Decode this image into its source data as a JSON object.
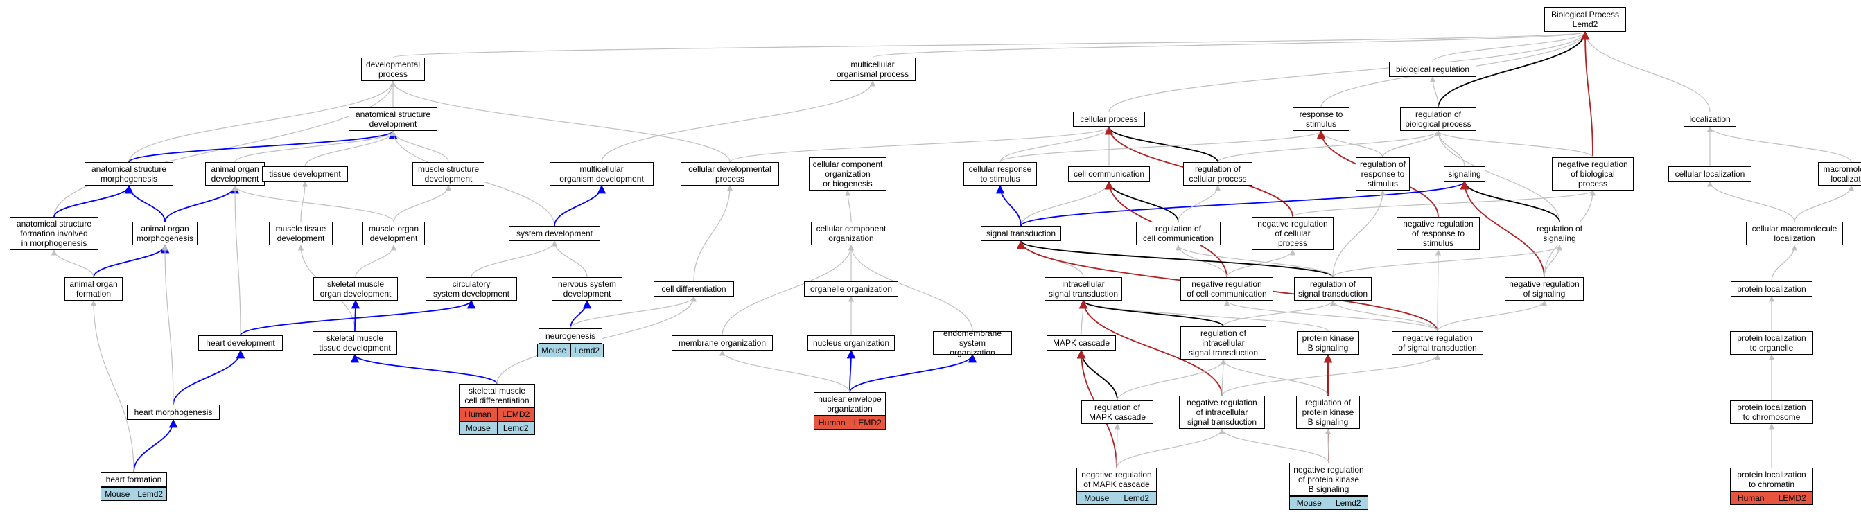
{
  "colors": {
    "is_a": "#c0c0c0",
    "part_of": "#0000ff",
    "regulates": "#000000",
    "negatively_regulates": "#b22222",
    "human_badge": "#e8553f",
    "mouse_badge": "#a9d4e4"
  },
  "nodes": {
    "bp": "Biological Process\nLemd2",
    "devproc": "developmental\nprocess",
    "multorg": "multicellular\norganismal process",
    "biolreg": "biological regulation",
    "anatdev": "anatomical structure\ndevelopment",
    "cellproc": "cellular process",
    "resp": "response to\nstimulus",
    "regbio": "regulation of\nbiological process",
    "local": "localization",
    "asmorph": "anatomical structure\nmorphogenesis",
    "aodev": "animal organ\ndevelopment",
    "tissdev": "tissue development",
    "musstr": "muscle structure\ndevelopment",
    "mcodev": "multicellular\norganism development",
    "celldevproc": "cellular developmental\nprocess",
    "ccob": "cellular component\norganization\nor biogenesis",
    "cellresp": "cellular response\nto stimulus",
    "cellcomm": "cell communication",
    "regcellproc": "regulation of\ncellular process",
    "regresp": "regulation of\nresponse to\nstimulus",
    "signaling": "signaling",
    "negregbio": "negative regulation\nof biological\nprocess",
    "cellloc": "cellular localization",
    "macloc": "macromolecule\nlocalization",
    "asfim": "anatomical structure\nformation involved\nin morphogenesis",
    "aomorph": "animal organ\nmorphogenesis",
    "mustiss": "muscle tissue\ndevelopment",
    "musorg": "muscle organ\ndevelopment",
    "sysdev": "system development",
    "ccorg": "cellular component\norganization",
    "sigtrans": "signal transduction",
    "regcellcomm": "regulation of\ncell communication",
    "negregcell": "negative regulation\nof cellular\nprocess",
    "negregresp": "negative regulation\nof response to\nstimulus",
    "regsig": "regulation of\nsignaling",
    "cmloc": "cellular macromolecule\nlocalization",
    "aoform": "animal organ\nformation",
    "skmorg": "skeletal muscle\norgan development",
    "circ": "circulatory\nsystem development",
    "nervous": "nervous system\ndevelopment",
    "celldiff": "cell differentiation",
    "orgorg": "organelle organization",
    "intrasig": "intracellular\nsignal transduction",
    "negregcellcomm": "negative regulation\nof cell communication",
    "regsigtrans": "regulation of\nsignal transduction",
    "negregsig": "negative regulation\nof signaling",
    "protloc": "protein localization",
    "neurogen": "neurogenesis",
    "heartdev": "heart development",
    "skmtiss": "skeletal muscle\ntissue development",
    "memorg": "membrane organization",
    "nucorg": "nucleus organization",
    "endomem": "endomembrane\nsystem organization",
    "mapk": "MAPK cascade",
    "regintra": "regulation of\nintracellular\nsignal transduction",
    "pkb": "protein kinase\nB signaling",
    "negregsigtrans": "negative regulation\nof signal transduction",
    "protlocorg": "protein localization\nto organelle",
    "skmcd": "skeletal muscle\ncell differentiation",
    "heartmorph": "heart morphogenesis",
    "regmapk": "regulation of\nMAPK cascade",
    "negregintra": "negative regulation\nof intracellular\nsignal transduction",
    "regpkb": "regulation of\nprotein kinase\nB signaling",
    "nucenv": "nuclear envelope\norganization",
    "protlocchr": "protein localization\nto chromosome",
    "heartform": "heart formation",
    "negregmapk": "negative regulation\nof MAPK cascade",
    "negregpkb": "negative regulation\nof protein kinase\nB signaling",
    "protloccrm": "protein localization\nto chromatin"
  },
  "badges": [
    {
      "node": "neurogen",
      "species": "Mouse",
      "gene": "Lemd2",
      "kind": "mouse"
    },
    {
      "node": "skmcd",
      "species": "Human",
      "gene": "LEMD2",
      "kind": "human"
    },
    {
      "node": "skmcd",
      "species": "Mouse",
      "gene": "Lemd2",
      "kind": "mouse"
    },
    {
      "node": "nucenv",
      "species": "Human",
      "gene": "LEMD2",
      "kind": "human"
    },
    {
      "node": "heartform",
      "species": "Mouse",
      "gene": "Lemd2",
      "kind": "mouse"
    },
    {
      "node": "negregmapk",
      "species": "Mouse",
      "gene": "Lemd2",
      "kind": "mouse"
    },
    {
      "node": "negregpkb",
      "species": "Mouse",
      "gene": "Lemd2",
      "kind": "mouse"
    },
    {
      "node": "protloccrm",
      "species": "Human",
      "gene": "LEMD2",
      "kind": "human"
    }
  ],
  "edges": [
    [
      "devproc",
      "bp",
      "is_a"
    ],
    [
      "multorg",
      "bp",
      "is_a"
    ],
    [
      "biolreg",
      "bp",
      "is_a"
    ],
    [
      "cellproc",
      "bp",
      "is_a"
    ],
    [
      "resp",
      "bp",
      "is_a"
    ],
    [
      "local",
      "bp",
      "is_a"
    ],
    [
      "regbio",
      "bp",
      "regulates"
    ],
    [
      "negregbio",
      "bp",
      "negatively_regulates"
    ],
    [
      "regbio",
      "biolreg",
      "is_a"
    ],
    [
      "anatdev",
      "devproc",
      "is_a"
    ],
    [
      "asmorph",
      "devproc",
      "is_a"
    ],
    [
      "asfim",
      "devproc",
      "is_a"
    ],
    [
      "celldevproc",
      "devproc",
      "is_a"
    ],
    [
      "mcodev",
      "multorg",
      "is_a"
    ],
    [
      "asmorph",
      "anatdev",
      "part_of"
    ],
    [
      "aodev",
      "anatdev",
      "is_a"
    ],
    [
      "tissdev",
      "anatdev",
      "is_a"
    ],
    [
      "musstr",
      "anatdev",
      "is_a"
    ],
    [
      "sysdev",
      "anatdev",
      "is_a"
    ],
    [
      "aomorph",
      "asmorph",
      "part_of"
    ],
    [
      "asfim",
      "asmorph",
      "part_of"
    ],
    [
      "aomorph",
      "aodev",
      "part_of"
    ],
    [
      "musorg",
      "aodev",
      "is_a"
    ],
    [
      "heartdev",
      "aodev",
      "is_a"
    ],
    [
      "mustiss",
      "tissdev",
      "is_a"
    ],
    [
      "musorg",
      "musstr",
      "is_a"
    ],
    [
      "sysdev",
      "mcodev",
      "part_of"
    ],
    [
      "celldiff",
      "celldevproc",
      "is_a"
    ],
    [
      "celldevproc",
      "cellproc",
      "is_a"
    ],
    [
      "cellresp",
      "cellproc",
      "is_a"
    ],
    [
      "cellcomm",
      "cellproc",
      "is_a"
    ],
    [
      "regcellproc",
      "cellproc",
      "regulates"
    ],
    [
      "negregcell",
      "cellproc",
      "negatively_regulates"
    ],
    [
      "cellresp",
      "resp",
      "is_a"
    ],
    [
      "regresp",
      "resp",
      "is_a"
    ],
    [
      "negregresp",
      "resp",
      "negatively_regulates"
    ],
    [
      "regresp",
      "regbio",
      "is_a"
    ],
    [
      "regcellproc",
      "regbio",
      "is_a"
    ],
    [
      "signaling",
      "regbio",
      "is_a"
    ],
    [
      "negregbio",
      "regbio",
      "is_a"
    ],
    [
      "negregcell",
      "negregbio",
      "is_a"
    ],
    [
      "regsig",
      "regbio",
      "is_a"
    ],
    [
      "cellloc",
      "local",
      "is_a"
    ],
    [
      "macloc",
      "local",
      "is_a"
    ],
    [
      "cmloc",
      "cellloc",
      "is_a"
    ],
    [
      "cmloc",
      "macloc",
      "is_a"
    ],
    [
      "protloc",
      "cmloc",
      "is_a"
    ],
    [
      "protlocorg",
      "protloc",
      "is_a"
    ],
    [
      "protlocchr",
      "protlocorg",
      "is_a"
    ],
    [
      "protloccrm",
      "protlocchr",
      "is_a"
    ],
    [
      "aoform",
      "aomorph",
      "part_of"
    ],
    [
      "aoform",
      "asfim",
      "is_a"
    ],
    [
      "skmorg",
      "musorg",
      "is_a"
    ],
    [
      "circ",
      "sysdev",
      "is_a"
    ],
    [
      "nervous",
      "sysdev",
      "is_a"
    ],
    [
      "neurogen",
      "nervous",
      "part_of"
    ],
    [
      "neurogen",
      "celldiff",
      "is_a"
    ],
    [
      "skmtiss",
      "mustiss",
      "is_a"
    ],
    [
      "skmtiss",
      "skmorg",
      "part_of"
    ],
    [
      "heartdev",
      "circ",
      "part_of"
    ],
    [
      "heartmorph",
      "heartdev",
      "part_of"
    ],
    [
      "heartmorph",
      "aomorph",
      "is_a"
    ],
    [
      "heartform",
      "heartmorph",
      "part_of"
    ],
    [
      "heartform",
      "aoform",
      "is_a"
    ],
    [
      "skmcd",
      "skmtiss",
      "part_of"
    ],
    [
      "skmcd",
      "celldiff",
      "is_a"
    ],
    [
      "ccorg",
      "ccob",
      "is_a"
    ],
    [
      "orgorg",
      "ccorg",
      "is_a"
    ],
    [
      "memorg",
      "ccorg",
      "is_a"
    ],
    [
      "endomem",
      "ccorg",
      "is_a"
    ],
    [
      "nucorg",
      "orgorg",
      "is_a"
    ],
    [
      "nucenv",
      "nucorg",
      "part_of"
    ],
    [
      "nucenv",
      "endomem",
      "part_of"
    ],
    [
      "nucenv",
      "memorg",
      "is_a"
    ],
    [
      "sigtrans",
      "cellresp",
      "part_of"
    ],
    [
      "sigtrans",
      "cellcomm",
      "is_a"
    ],
    [
      "sigtrans",
      "signaling",
      "part_of"
    ],
    [
      "regcellcomm",
      "cellcomm",
      "regulates"
    ],
    [
      "regcellcomm",
      "regcellproc",
      "is_a"
    ],
    [
      "negregcellcomm",
      "cellcomm",
      "negatively_regulates"
    ],
    [
      "negregcellcomm",
      "regcellcomm",
      "is_a"
    ],
    [
      "negregcellcomm",
      "negregcell",
      "is_a"
    ],
    [
      "regsig",
      "signaling",
      "regulates"
    ],
    [
      "negregsig",
      "signaling",
      "negatively_regulates"
    ],
    [
      "negregsig",
      "regsig",
      "is_a"
    ],
    [
      "negregsig",
      "negregbio",
      "is_a"
    ],
    [
      "intrasig",
      "sigtrans",
      "is_a"
    ],
    [
      "regsigtrans",
      "sigtrans",
      "regulates"
    ],
    [
      "regsigtrans",
      "regcellcomm",
      "is_a"
    ],
    [
      "regsigtrans",
      "regsig",
      "is_a"
    ],
    [
      "regsigtrans",
      "regresp",
      "is_a"
    ],
    [
      "negregsigtrans",
      "sigtrans",
      "negatively_regulates"
    ],
    [
      "negregsigtrans",
      "regsigtrans",
      "is_a"
    ],
    [
      "negregsigtrans",
      "negregcellcomm",
      "is_a"
    ],
    [
      "negregsigtrans",
      "negregsig",
      "is_a"
    ],
    [
      "negregsigtrans",
      "negregresp",
      "is_a"
    ],
    [
      "mapk",
      "intrasig",
      "is_a"
    ],
    [
      "pkb",
      "intrasig",
      "is_a"
    ],
    [
      "regintra",
      "intrasig",
      "regulates"
    ],
    [
      "regintra",
      "regsigtrans",
      "is_a"
    ],
    [
      "negregintra",
      "intrasig",
      "negatively_regulates"
    ],
    [
      "negregintra",
      "regintra",
      "is_a"
    ],
    [
      "negregintra",
      "negregsigtrans",
      "is_a"
    ],
    [
      "regmapk",
      "mapk",
      "regulates"
    ],
    [
      "regmapk",
      "regintra",
      "is_a"
    ],
    [
      "regpkb",
      "pkb",
      "regulates"
    ],
    [
      "regpkb",
      "regintra",
      "is_a"
    ],
    [
      "negregmapk",
      "mapk",
      "negatively_regulates"
    ],
    [
      "negregmapk",
      "regmapk",
      "is_a"
    ],
    [
      "negregmapk",
      "negregintra",
      "is_a"
    ],
    [
      "negregpkb",
      "pkb",
      "negatively_regulates"
    ],
    [
      "negregpkb",
      "regpkb",
      "is_a"
    ],
    [
      "negregpkb",
      "negregintra",
      "is_a"
    ],
    [
      "regresp",
      "regbio",
      "is_a"
    ]
  ]
}
